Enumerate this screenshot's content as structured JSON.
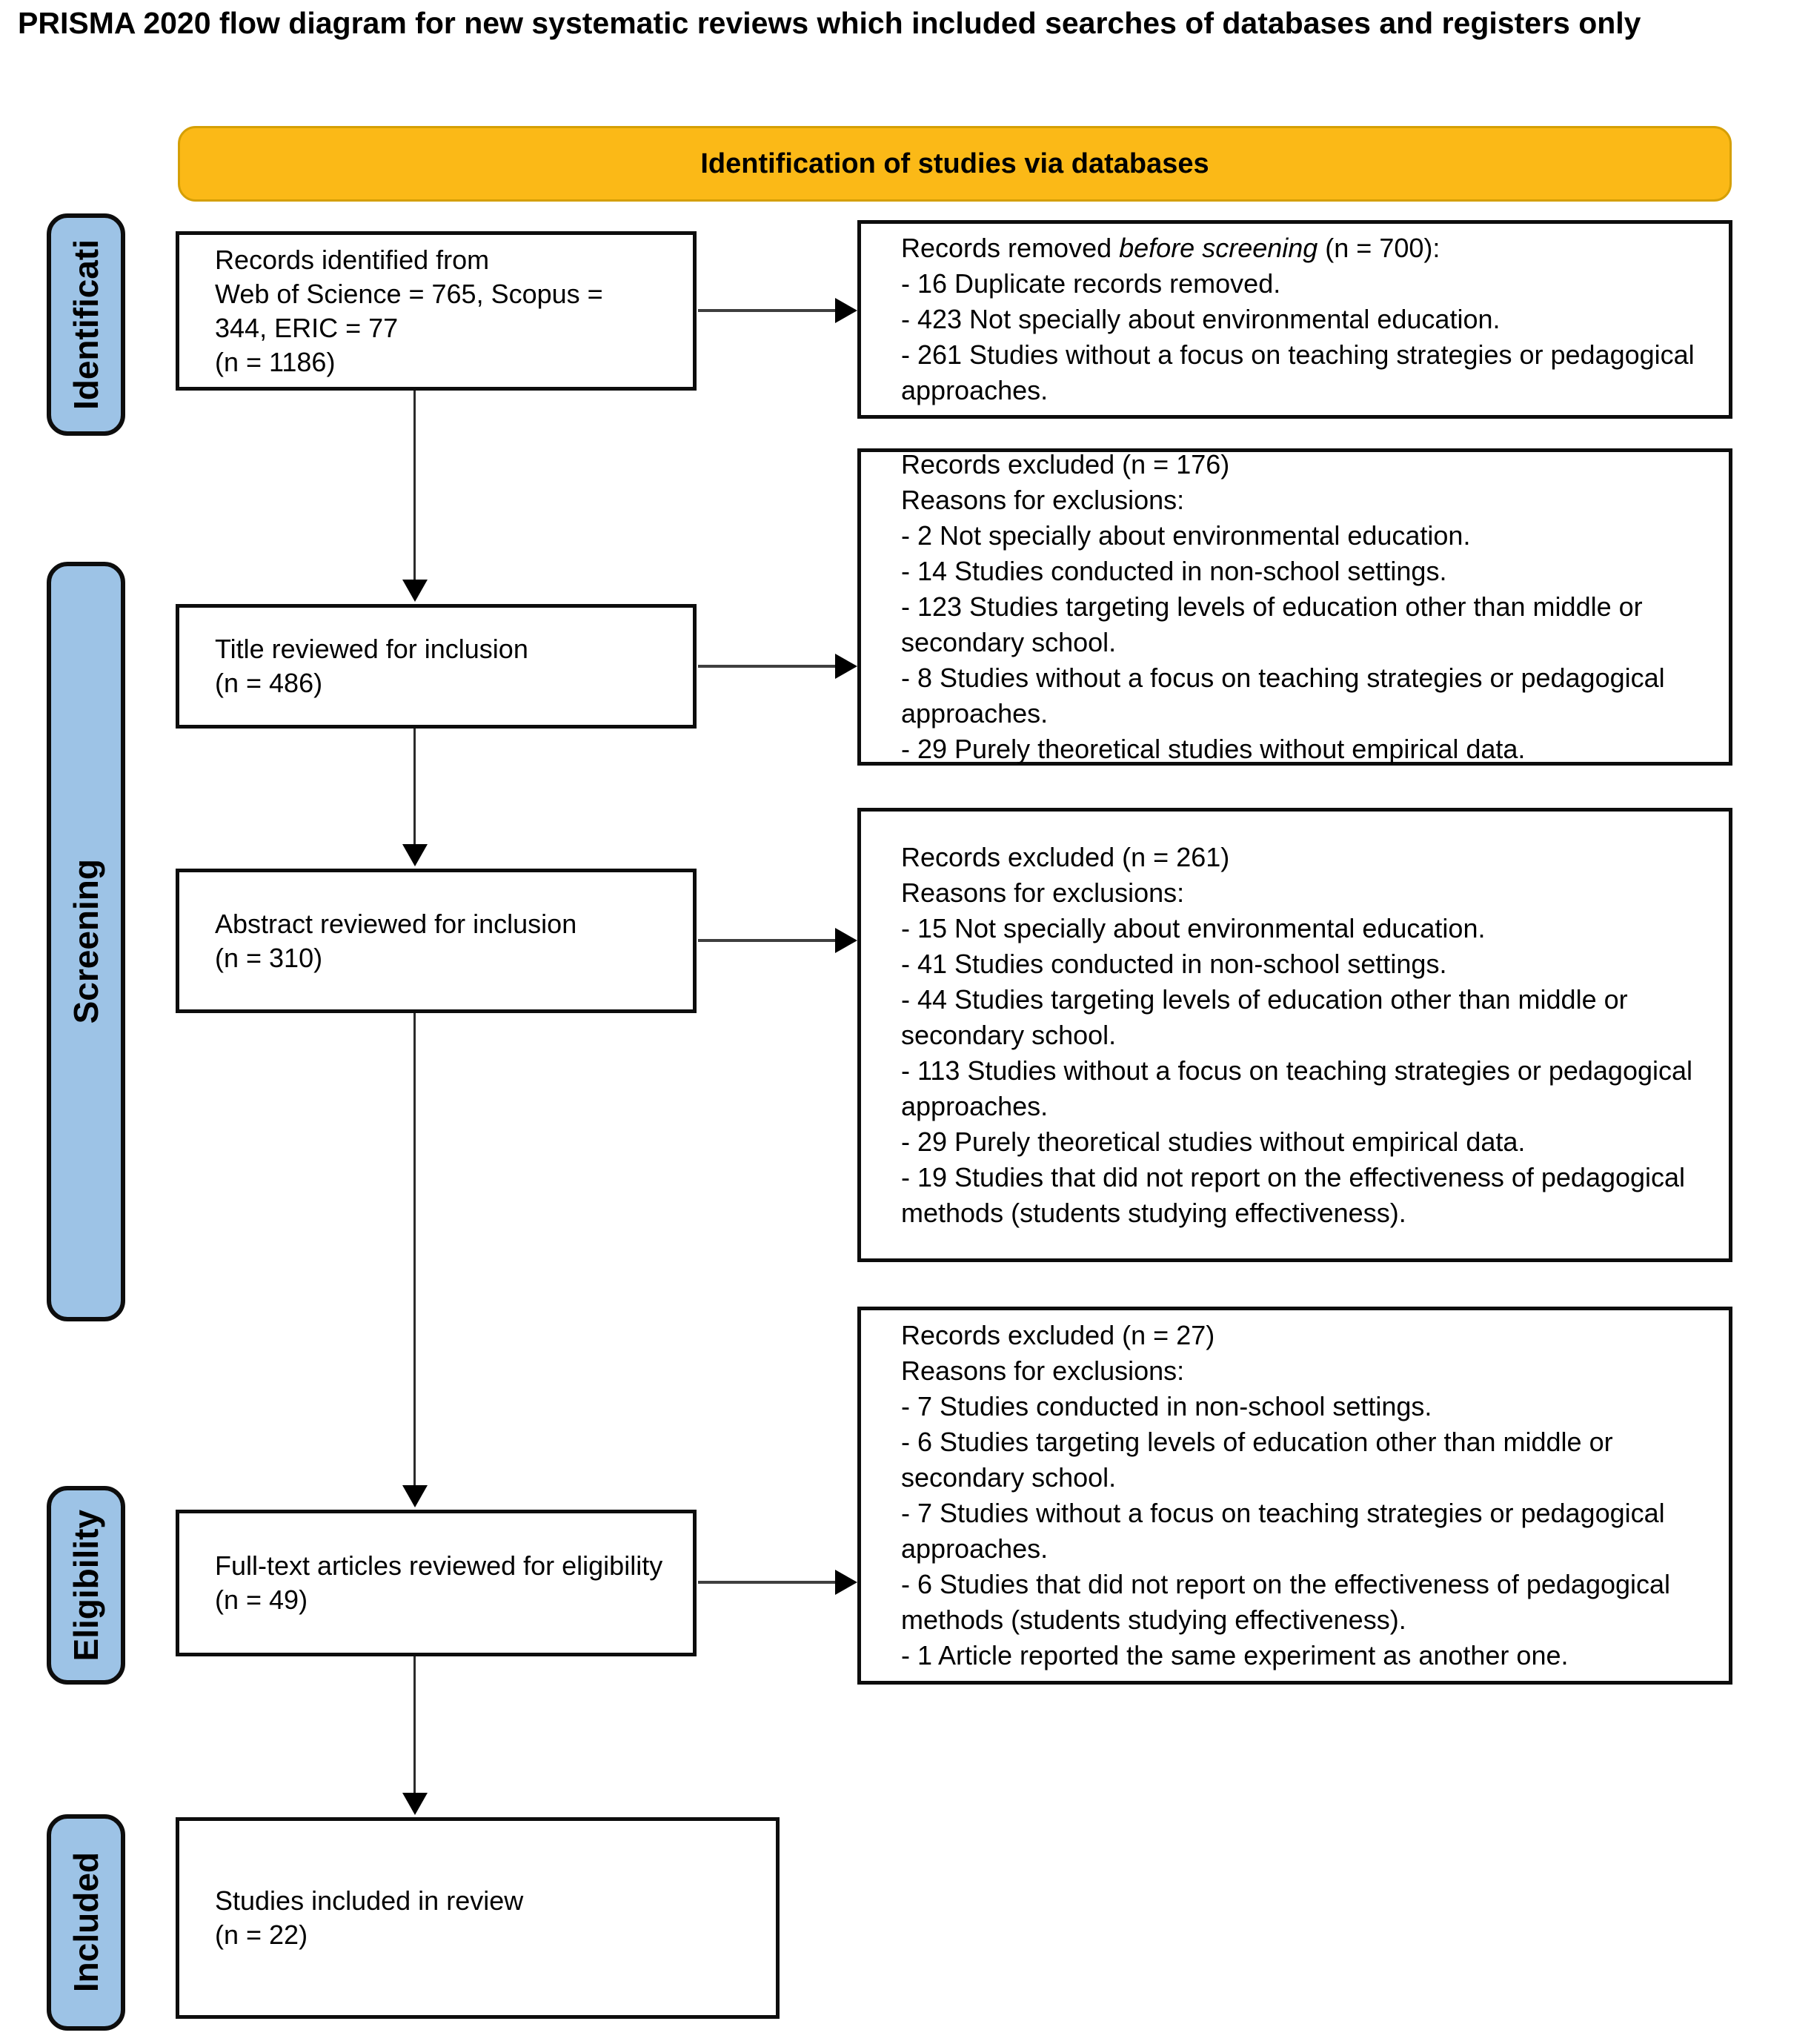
{
  "title": "PRISMA 2020 flow diagram for new systematic reviews which included searches of databases and registers only",
  "banner": {
    "label": "Identification of studies via databases"
  },
  "colors": {
    "banner_bg": "#FBB917",
    "stage_bg": "#9DC3E6"
  },
  "stages": [
    {
      "label": "Identificati"
    },
    {
      "label": "Screening"
    },
    {
      "label": "Eligibility"
    },
    {
      "label": "Included"
    }
  ],
  "flow": [
    {
      "lines": [
        "Records identified from",
        "Web of Science = 765, Scopus =",
        "344, ERIC = 77",
        "(n = 1186)"
      ]
    },
    {
      "lines": [
        "Title reviewed for inclusion",
        "(n = 486)"
      ]
    },
    {
      "lines": [
        "Abstract reviewed for inclusion",
        "(n = 310)"
      ]
    },
    {
      "lines": [
        "Full-text articles reviewed for eligibility",
        "(n = 49)"
      ]
    },
    {
      "lines": [
        "Studies included in review",
        "(n = 22)"
      ]
    }
  ],
  "exclusions": [
    {
      "header_prefix": "Records removed ",
      "header_italic": "before screening",
      "header_suffix": " (n = 700):",
      "bullets": [
        "- 16 Duplicate records removed.",
        "- 423 Not specially about environmental education.",
        "- 261 Studies without a focus on teaching strategies or pedagogical approaches."
      ]
    },
    {
      "header": "Records excluded (n = 176)",
      "subheader": "Reasons for exclusions:",
      "bullets": [
        "- 2 Not specially about environmental education.",
        "- 14 Studies conducted in non-school settings.",
        "- 123 Studies targeting levels of education other than middle or secondary school.",
        "- 8 Studies without a focus on teaching strategies or pedagogical approaches.",
        "- 29 Purely theoretical studies without empirical data."
      ]
    },
    {
      "header": "Records excluded (n = 261)",
      "subheader": "Reasons for exclusions:",
      "bullets": [
        "- 15 Not specially about environmental education.",
        "- 41 Studies conducted in non-school settings.",
        "- 44 Studies targeting levels of education other than middle or secondary school.",
        "- 113 Studies without a focus on teaching strategies or pedagogical approaches.",
        "- 29 Purely theoretical studies without empirical data.",
        "- 19 Studies that did not report on the effectiveness of pedagogical methods (students studying effectiveness)."
      ]
    },
    {
      "header": "Records excluded (n = 27)",
      "subheader": "Reasons for exclusions:",
      "bullets": [
        "- 7 Studies conducted in non-school settings.",
        "- 6 Studies targeting levels of education other than middle or secondary school.",
        "- 7 Studies without a focus on teaching strategies or pedagogical approaches.",
        "- 6 Studies that did not report on the effectiveness of pedagogical methods (students studying effectiveness).",
        "- 1 Article reported the same experiment as another one."
      ]
    }
  ]
}
